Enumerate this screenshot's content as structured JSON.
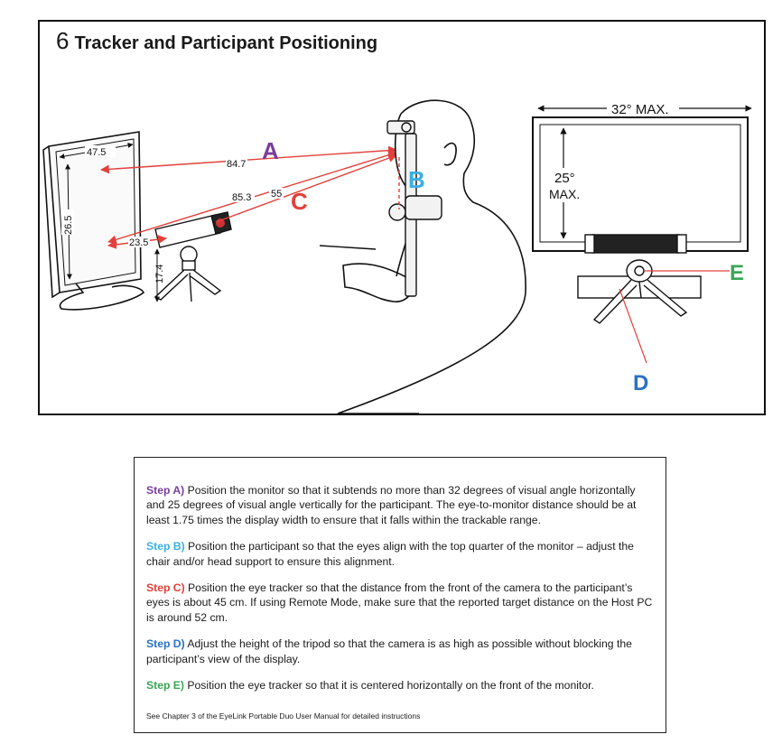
{
  "title": {
    "number": "6",
    "text": "Tracker and Participant Positioning"
  },
  "diagram": {
    "monitor_width": "47.5",
    "monitor_height": "26.5",
    "dist_screen_center": "84.7",
    "dist_screen_bottom": "85.3",
    "dist_camera_eye": "55",
    "camera_offset": "23.5",
    "tripod_height": "17.4",
    "horizontal_angle": "32° MAX.",
    "vertical_angle_line1": "25°",
    "vertical_angle_line2": "MAX.",
    "markers": {
      "a": "A",
      "b": "B",
      "c": "C",
      "d": "D",
      "e": "E"
    },
    "colors": {
      "a": "#7a3e9d",
      "b": "#3ab0e2",
      "c": "#e2403a",
      "d": "#2a72c2",
      "e": "#3aa655"
    }
  },
  "steps": [
    {
      "label": "Step A)",
      "text": " Position the monitor so that it subtends no more than 32 degrees of visual angle horizontally and 25 degrees of visual angle vertically for the participant.  The eye-to-monitor distance should be at least 1.75 times the display width to ensure that it falls within the trackable range.",
      "color": "#7a3e9d"
    },
    {
      "label": "Step B)",
      "text": " Position the participant so that the eyes align with the top quarter of the monitor – adjust the chair and/or head support to ensure this alignment.",
      "color": "#3ab0e2"
    },
    {
      "label": "Step C)",
      "text": " Position the eye tracker so that the distance from the front of the camera to the participant’s eyes is about 45 cm.  If using Remote Mode, make sure that the reported target distance on the Host PC is around 52 cm.",
      "color": "#e2403a"
    },
    {
      "label": "Step D)",
      "text": " Adjust the height of the tripod so that the camera is as high as possible without blocking the participant’s view of the display.",
      "color": "#2a72c2"
    },
    {
      "label": "Step E)",
      "text": " Position the eye tracker so that it is centered  horizontally on the front of the  monitor.",
      "color": "#3aa655"
    }
  ],
  "footnote": "See Chapter 3 of the EyeLink Portable Duo User Manual for detailed instructions"
}
